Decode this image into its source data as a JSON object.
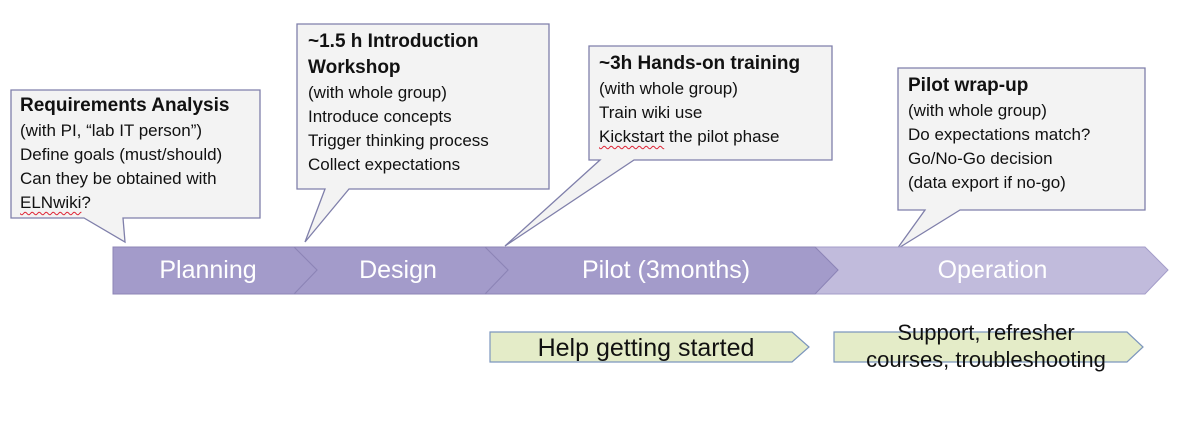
{
  "colors": {
    "phase_dark": "#9f97c5",
    "phase_light": "#c1bbdc",
    "phase_border": "#8c84b6",
    "callout_bg": "#f3f3f3",
    "callout_border": "#7f7faa",
    "support_bg": "#e4ecc8",
    "support_border": "#7c96bd"
  },
  "callouts": {
    "requirements": {
      "title": "Requirements Analysis",
      "lines": [
        "(with PI, “lab IT person”)",
        "Define goals (must/should)",
        "Can they be obtained with"
      ],
      "last_line_word": "ELNwiki",
      "last_line_rest": "?"
    },
    "workshop": {
      "title_line1": "~1.5 h Introduction",
      "title_line2": "Workshop",
      "lines": [
        "(with whole group)",
        "Introduce concepts",
        "Trigger thinking process",
        "Collect expectations"
      ]
    },
    "training": {
      "title": "~3h Hands-on training",
      "lines": [
        "(with whole group)",
        "Train wiki use"
      ],
      "last_line_word": "Kickstart",
      "last_line_rest": " the pilot phase"
    },
    "wrapup": {
      "title": "Pilot wrap-up",
      "lines": [
        "(with whole group)",
        "Do expectations match?",
        "Go/No-Go decision",
        "(data export if no-go)"
      ]
    }
  },
  "phases": {
    "planning": "Planning",
    "design": "Design",
    "pilot": "Pilot (3months)",
    "operation": "Operation"
  },
  "support": {
    "help": "Help getting started",
    "ongoing_line1": "Support, refresher",
    "ongoing_line2": "courses, troubleshooting"
  }
}
